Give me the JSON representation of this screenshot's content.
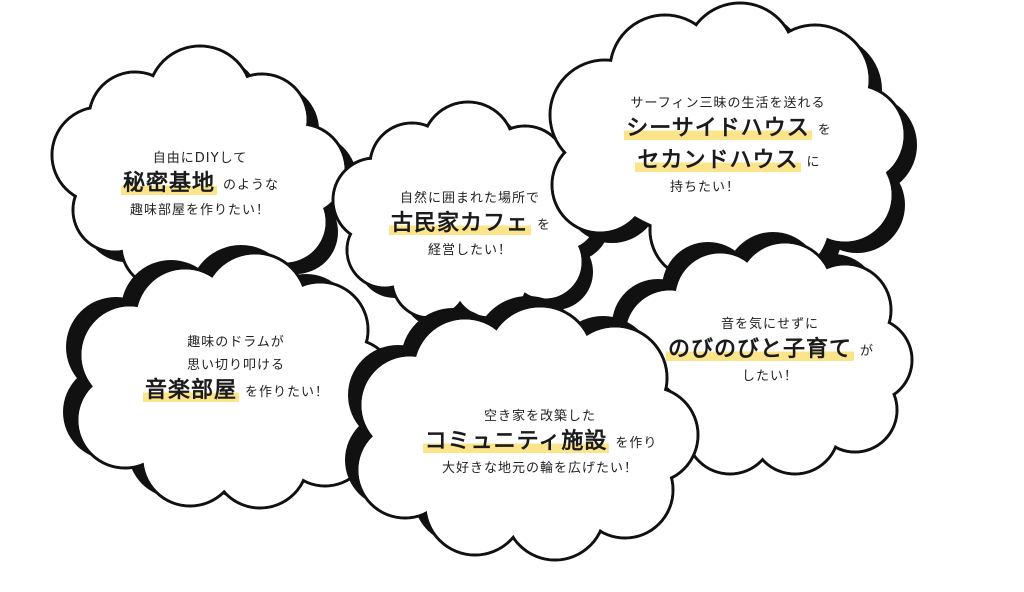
{
  "bubbles": [
    {
      "id": "secret-base",
      "pre": "自由にDIYして",
      "highlight": "秘密基地",
      "highlight_suffix": "のような",
      "post": "趣味部屋を作りたい！"
    },
    {
      "id": "old-house-cafe",
      "pre": "自然に囲まれた場所で",
      "highlight": "古民家カフェ",
      "highlight_suffix": "を",
      "post": "経営したい！"
    },
    {
      "id": "seaside-house",
      "pre": "サーフィン三昧の生活を送れる",
      "highlight": "シーサイドハウス",
      "highlight_suffix": "を",
      "highlight2": "セカンドハウス",
      "highlight2_suffix": "に",
      "post": "持ちたい！"
    },
    {
      "id": "music-room",
      "pre": "趣味のドラムが",
      "pre2": "思い切り叩ける",
      "highlight": "音楽部屋",
      "highlight_suffix": "を作りたい！"
    },
    {
      "id": "parenting",
      "pre": "音を気にせずに",
      "highlight": "のびのびと子育て",
      "highlight_suffix": "が",
      "post": "したい！"
    },
    {
      "id": "community",
      "pre": "空き家を改築した",
      "highlight": "コミュニティ施設",
      "highlight_suffix": "を作り",
      "post": "大好きな地元の輪を広げたい！"
    }
  ],
  "colors": {
    "cloud_fill": "#ffffff",
    "cloud_outline": "#111111",
    "cloud_shadow": "#111111",
    "highlight": "#fbe48a",
    "text": "#222222"
  }
}
